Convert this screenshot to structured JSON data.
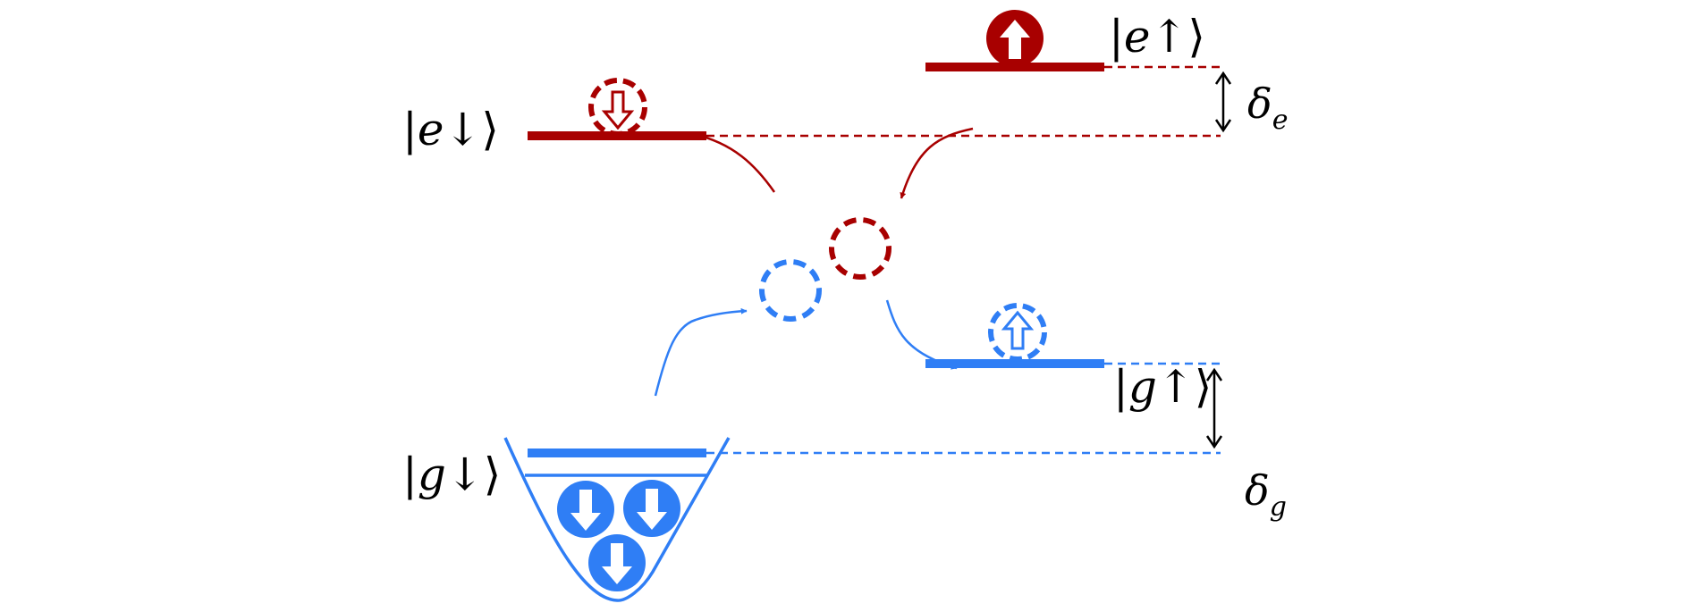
{
  "colors": {
    "excited": "#a80000",
    "ground": "#2f7ef5",
    "annotation": "#000000"
  },
  "levels": {
    "e_up": {
      "label_bar": "|",
      "label_letter": "e",
      "label_arrow": "↑",
      "label_close": "⟩",
      "occupied": true,
      "spin": "up"
    },
    "e_down": {
      "label_bar": "|",
      "label_letter": "e",
      "label_arrow": "↓",
      "label_close": "⟩",
      "occupied": false,
      "spin": "down"
    },
    "g_up": {
      "label_bar": "|",
      "label_letter": "g",
      "label_arrow": "↑",
      "label_close": "⟩",
      "occupied": false,
      "spin": "up"
    },
    "g_down": {
      "label_bar": "|",
      "label_letter": "g",
      "label_arrow": "↓",
      "label_close": "⟩",
      "occupied": true,
      "spin": "down",
      "atom_count": 3
    }
  },
  "splittings": {
    "delta_e": {
      "symbol": "δ",
      "subscript": "e"
    },
    "delta_g": {
      "symbol": "δ",
      "subscript": "g"
    }
  },
  "intermediate": {
    "excited_hole": "dashed-circle",
    "ground_hole": "dashed-circle"
  }
}
